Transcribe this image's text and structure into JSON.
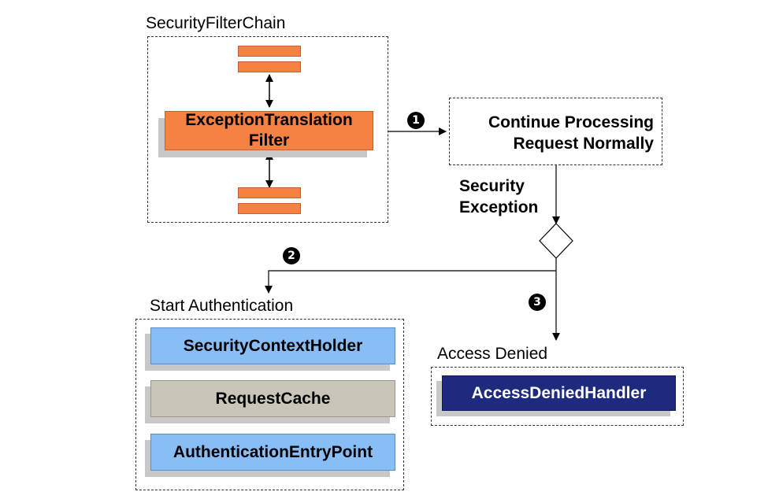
{
  "security_filter_chain": {
    "title": "SecurityFilterChain",
    "filter_label_line1": "ExceptionTranslation",
    "filter_label_line2": "Filter"
  },
  "continue_box": {
    "line1": "Continue Processing",
    "line2": "Request Normally"
  },
  "security_exception": {
    "line1": "Security",
    "line2": "Exception"
  },
  "start_authentication": {
    "title": "Start Authentication",
    "items": [
      "SecurityContextHolder",
      "RequestCache",
      "AuthenticationEntryPoint"
    ]
  },
  "access_denied": {
    "title": "Access Denied",
    "handler": "AccessDeniedHandler"
  },
  "badges": [
    "1",
    "2",
    "3"
  ],
  "colors": {
    "filter_orange": "#f58142",
    "blue_box": "#88bef5",
    "gray_box": "#c9c5b9",
    "navy_box": "#1d2a7e",
    "shadow": "#c8c8c8"
  }
}
